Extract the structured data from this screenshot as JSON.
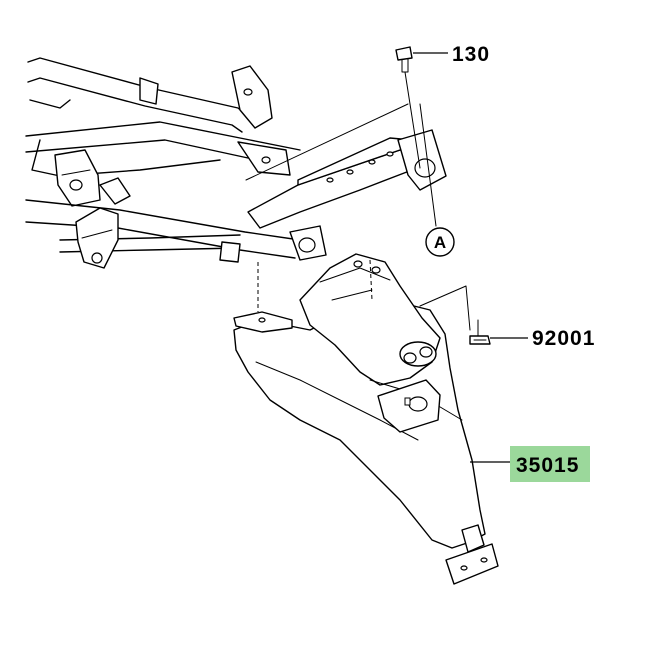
{
  "parts": [
    {
      "id": "bolt-top",
      "number": "130",
      "highlighted": false
    },
    {
      "id": "screw-right",
      "number": "92001",
      "highlighted": false
    },
    {
      "id": "rear-fender",
      "number": "35015",
      "highlighted": true
    }
  ],
  "reference_marker": {
    "letter": "A"
  },
  "colors": {
    "line": "#000000",
    "background": "#ffffff",
    "highlight": "#9bd89b"
  }
}
